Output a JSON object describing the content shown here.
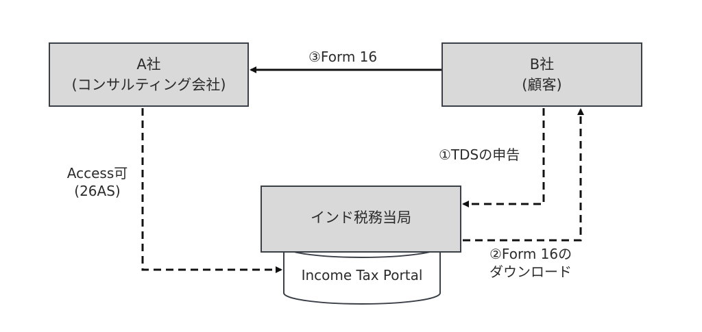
{
  "nodes": {
    "company_a": {
      "line1": "A社",
      "line2": "(コンサルティング会社)"
    },
    "company_b": {
      "line1": "B社",
      "line2": "(顧客)"
    },
    "tax_authority": {
      "label": "インド税務当局"
    },
    "portal": {
      "label": "Income Tax Portal"
    }
  },
  "edges": {
    "form16": "③Form 16",
    "tds": "①TDSの申告",
    "access_line1": "Access可",
    "access_line2": "(26AS)",
    "download_line1": "②Form 16の",
    "download_line2": "ダウンロード"
  },
  "colors": {
    "box_fill": "#d9d9d9",
    "border": "#3a3f47",
    "line": "#111111"
  }
}
